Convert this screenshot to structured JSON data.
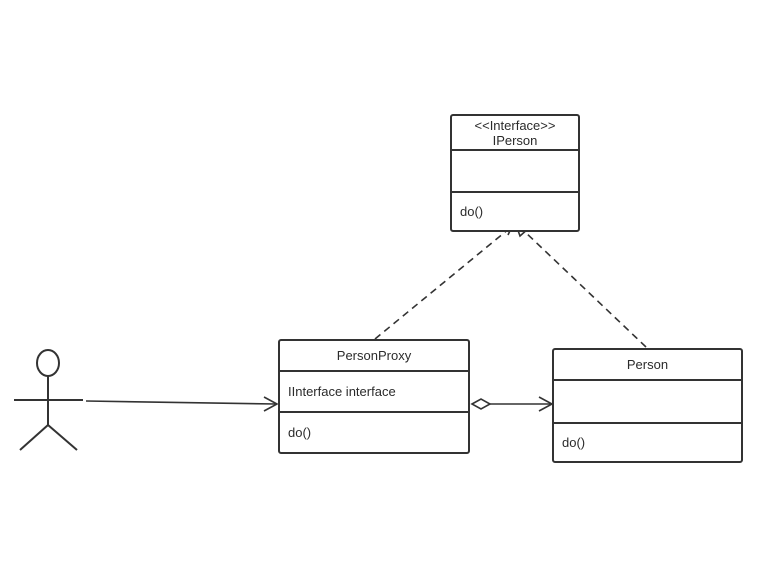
{
  "classes": {
    "iperson": {
      "stereotype": "<<Interface>>",
      "name": "IPerson",
      "attributes": "",
      "methods": "do()"
    },
    "person_proxy": {
      "name": "PersonProxy",
      "attributes": "IInterface interface",
      "methods": "do()"
    },
    "person": {
      "name": "Person",
      "attributes": "",
      "methods": "do()"
    }
  },
  "relations": [
    {
      "from": "actor",
      "to": "person_proxy",
      "type": "association"
    },
    {
      "from": "person_proxy",
      "to": "person",
      "type": "aggregation"
    },
    {
      "from": "person_proxy",
      "to": "iperson",
      "type": "realization"
    },
    {
      "from": "person",
      "to": "iperson",
      "type": "realization"
    }
  ],
  "colors": {
    "line": "#333333",
    "background": "#ffffff"
  }
}
